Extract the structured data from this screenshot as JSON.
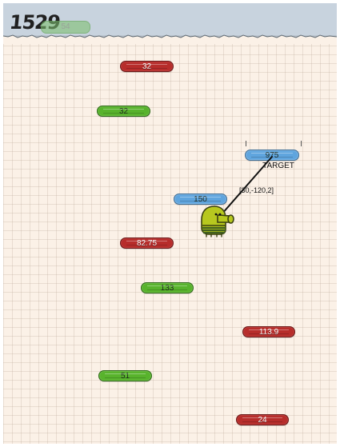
{
  "hud": {
    "score": "1529",
    "top_platform_value": "54"
  },
  "target": {
    "label": "TARGET",
    "move_readout": "[30,-120,2]"
  },
  "platforms": {
    "red_top": "32",
    "green_upper": "32",
    "target_platform": "975",
    "blue_mid": "150",
    "red_mid": "82.75",
    "green_mid": "133",
    "red_right": "113.9",
    "green_low": "51",
    "red_bottom": "24"
  },
  "colors": {
    "paper": "#fbf1e7",
    "grid": "#d9c4b6",
    "header": "#c8d3de",
    "green_platform": "#58b32c",
    "red_platform": "#b72d2b",
    "blue_platform": "#5fa5de",
    "doodler": "#b7c81f"
  },
  "icons": {
    "character": "doodler-icon",
    "trajectory": "aim-line-icon"
  }
}
